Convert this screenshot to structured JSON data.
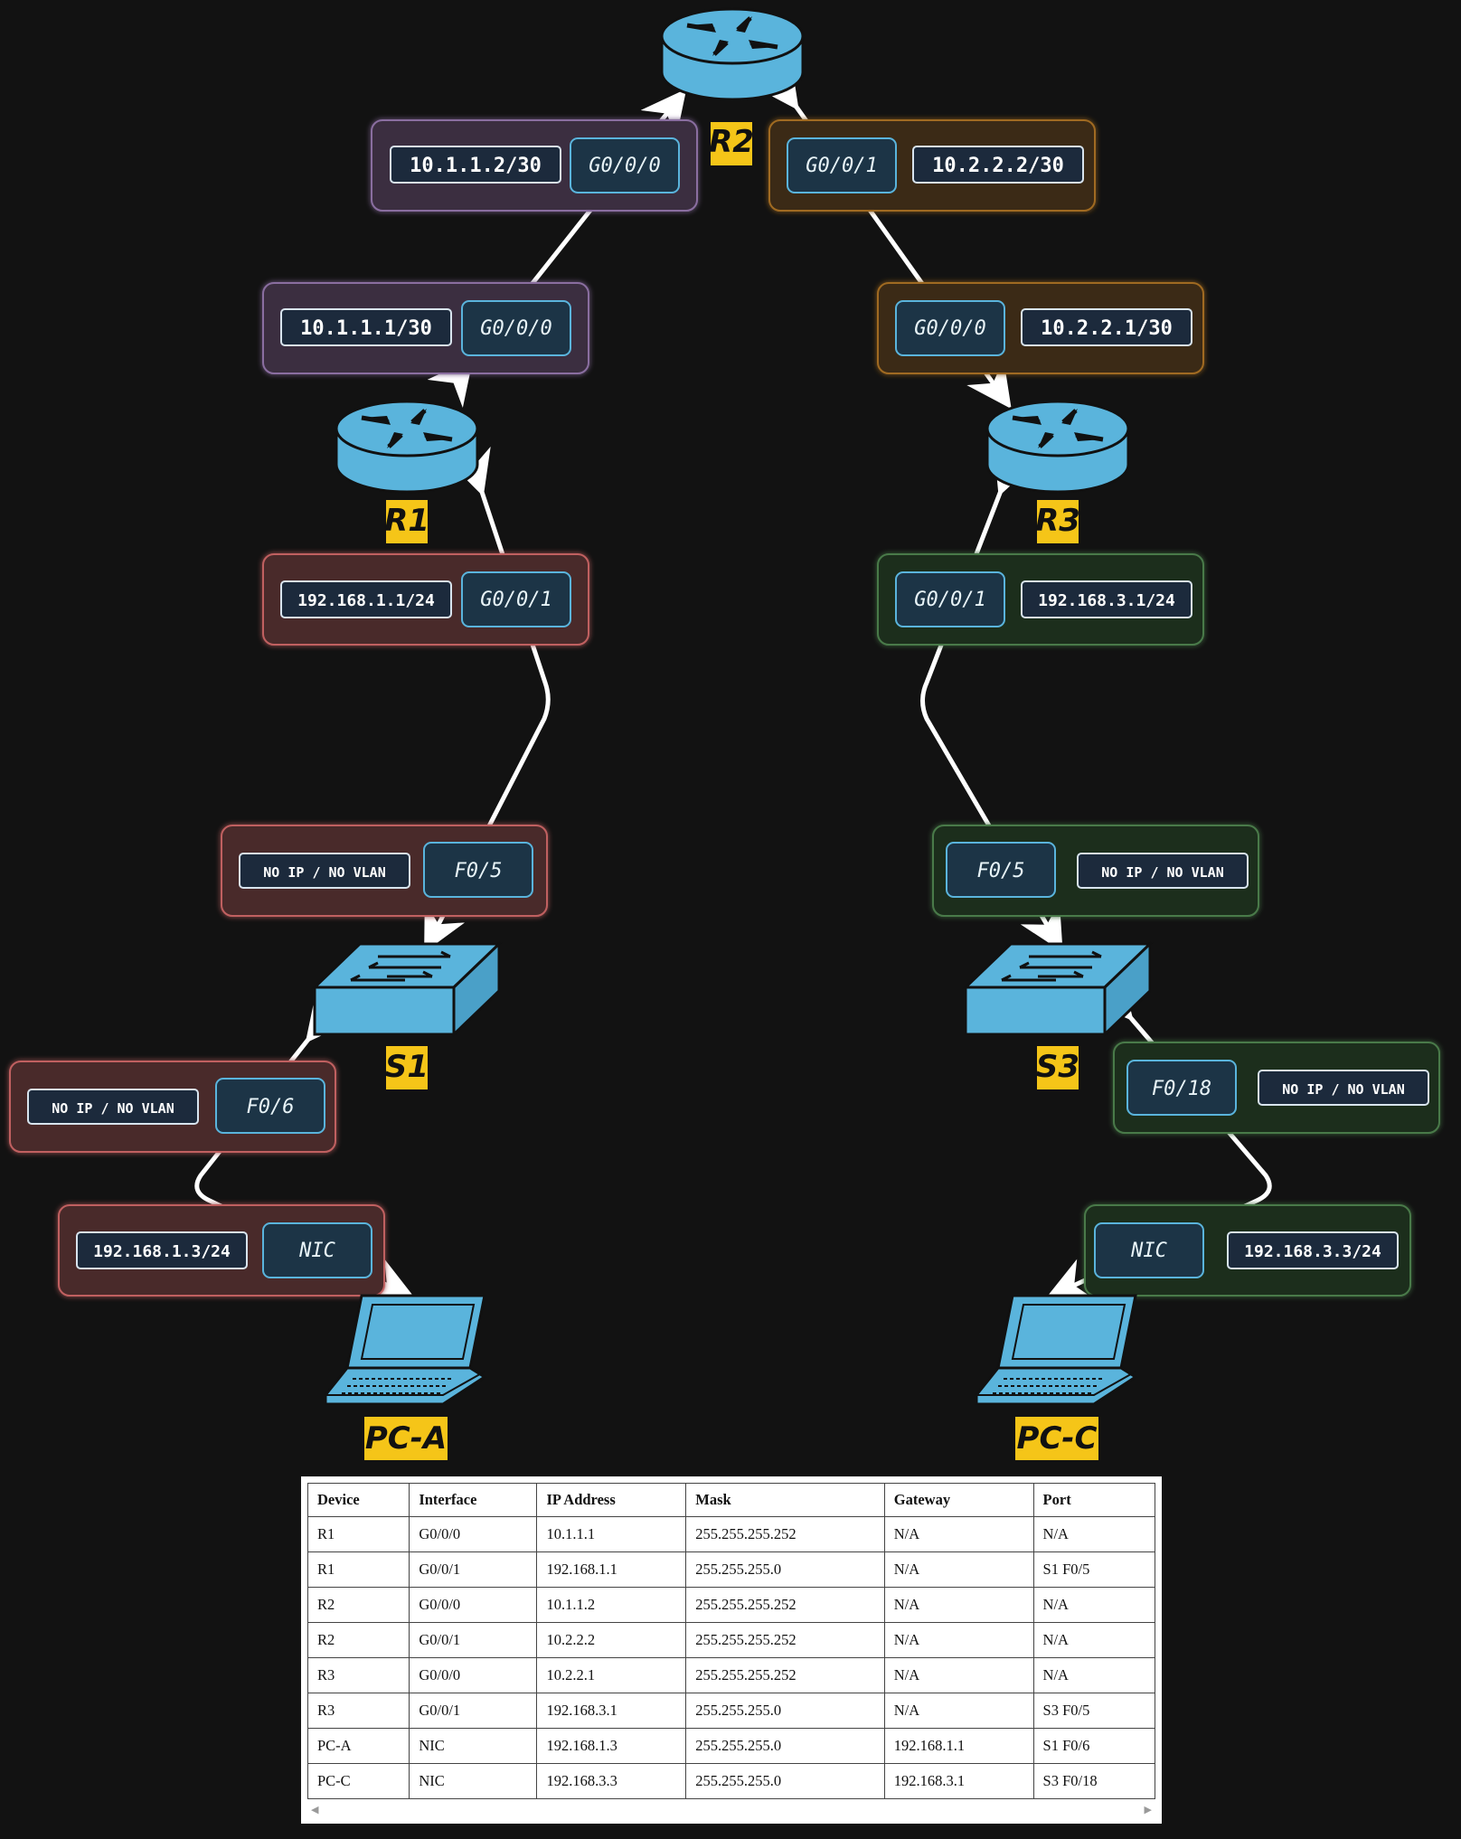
{
  "devices": {
    "R2": "R2",
    "R1": "R1",
    "R3": "R3",
    "S1": "S1",
    "S3": "S3",
    "PCA": "PC-A",
    "PCC": "PC-C"
  },
  "interfaces": {
    "r2_left": {
      "ip": "10.1.1.2/30",
      "port": "G0/0/0"
    },
    "r2_right": {
      "port": "G0/0/1",
      "ip": "10.2.2.2/30"
    },
    "r1_top": {
      "ip": "10.1.1.1/30",
      "port": "G0/0/0"
    },
    "r3_top": {
      "port": "G0/0/0",
      "ip": "10.2.2.1/30"
    },
    "r1_bot": {
      "ip": "192.168.1.1/24",
      "port": "G0/0/1"
    },
    "r3_bot": {
      "port": "G0/0/1",
      "ip": "192.168.3.1/24"
    },
    "s1_top": {
      "ip": "NO IP / NO VLAN",
      "port": "F0/5"
    },
    "s3_top": {
      "port": "F0/5",
      "ip": "NO IP / NO VLAN"
    },
    "s1_bot": {
      "ip": "NO IP / NO VLAN",
      "port": "F0/6"
    },
    "s3_bot": {
      "port": "F0/18",
      "ip": "NO IP / NO VLAN"
    },
    "pca": {
      "ip": "192.168.1.3/24",
      "port": "NIC"
    },
    "pcc": {
      "port": "NIC",
      "ip": "192.168.3.3/24"
    }
  },
  "colors": {
    "purple": "#3a2e3f",
    "orange": "#3a2a12",
    "red": "#4a2a2a",
    "green": "#1f2e1f",
    "pill": "#1c3446",
    "device": "#5ab4dc",
    "label_bg": "#f5c518"
  },
  "table": {
    "headers": [
      "Device",
      "Interface",
      "IP Address",
      "Mask",
      "Gateway",
      "Port"
    ],
    "rows": [
      [
        "R1",
        "G0/0/0",
        "10.1.1.1",
        "255.255.255.252",
        "N/A",
        "N/A"
      ],
      [
        "R1",
        "G0/0/1",
        "192.168.1.1",
        "255.255.255.0",
        "N/A",
        "S1 F0/5"
      ],
      [
        "R2",
        "G0/0/0",
        "10.1.1.2",
        "255.255.255.252",
        "N/A",
        "N/A"
      ],
      [
        "R2",
        "G0/0/1",
        "10.2.2.2",
        "255.255.255.252",
        "N/A",
        "N/A"
      ],
      [
        "R3",
        "G0/0/0",
        "10.2.2.1",
        "255.255.255.252",
        "N/A",
        "N/A"
      ],
      [
        "R3",
        "G0/0/1",
        "192.168.3.1",
        "255.255.255.0",
        "N/A",
        "S3 F0/5"
      ],
      [
        "PC-A",
        "NIC",
        "192.168.1.3",
        "255.255.255.0",
        "192.168.1.1",
        "S1 F0/6"
      ],
      [
        "PC-C",
        "NIC",
        "192.168.3.3",
        "255.255.255.0",
        "192.168.3.1",
        "S3 F0/18"
      ]
    ]
  }
}
